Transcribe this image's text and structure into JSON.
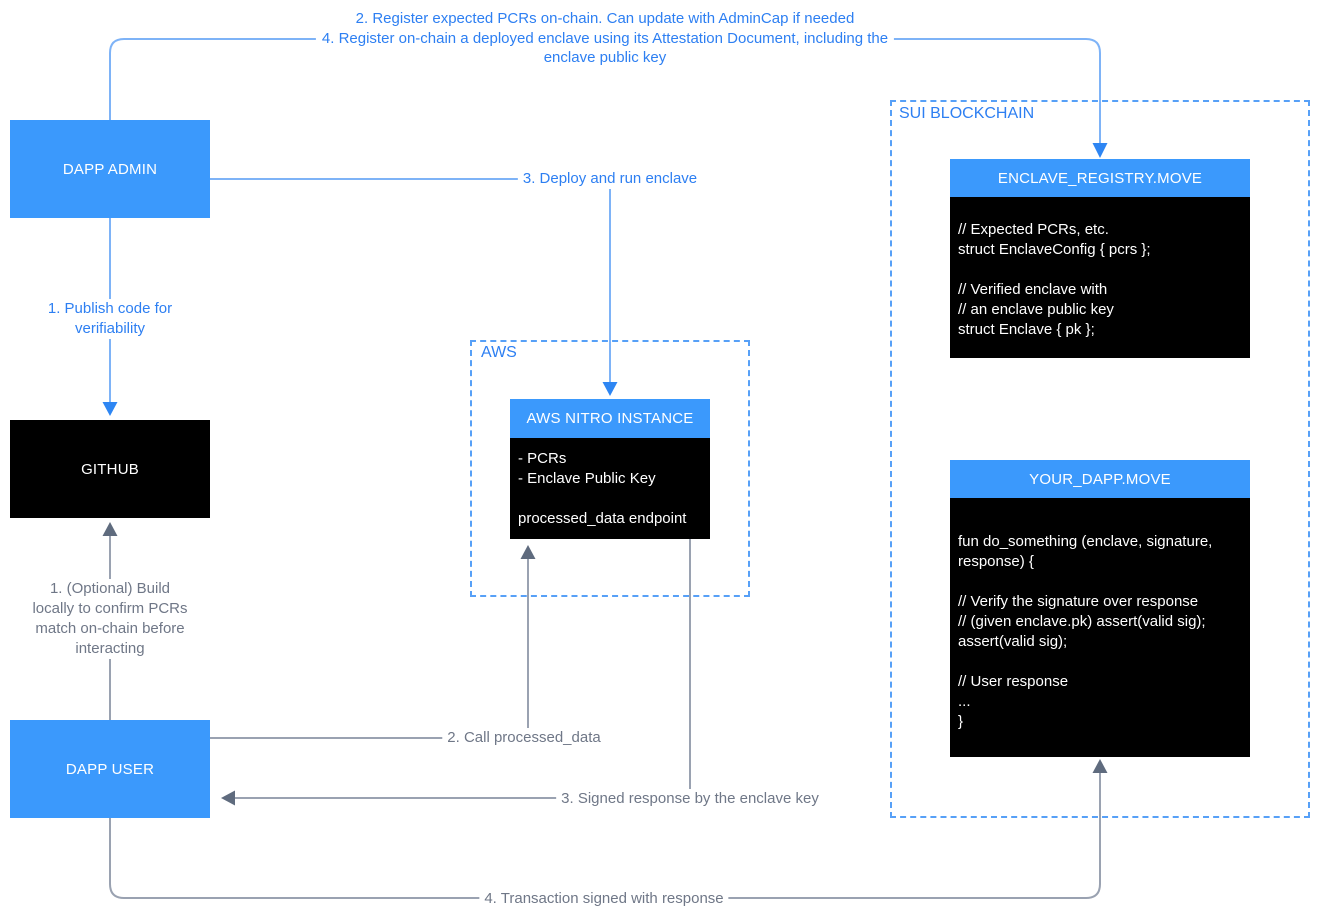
{
  "colors": {
    "node_blue": "#3b99fc",
    "node_black": "#000000",
    "dashed_border_blue": "#57a0f7",
    "wire_blue": "#7eb3f7",
    "arrow_blue": "#2e86f3",
    "text_blue": "#2d7ff2",
    "wire_gray": "#9aa2b1",
    "arrow_gray": "#5f6b7e",
    "text_gray": "#6f7787"
  },
  "notes": {
    "register_on_chain": "2. Register expected PCRs on-chain. Can update with AdminCap if needed\n4. Register on-chain a deployed enclave using its Attestation Document, including the\nenclave public key"
  },
  "nodes": {
    "dapp_admin": {
      "label": "DAPP ADMIN"
    },
    "github": {
      "label": "GITHUB"
    },
    "dapp_user": {
      "label": "DAPP USER"
    },
    "aws_group": {
      "label": "AWS"
    },
    "aws_nitro": {
      "title": "AWS NITRO INSTANCE",
      "body": "- PCRs\n- Enclave Public Key\n\nprocessed_data endpoint"
    },
    "sui_group": {
      "label": "SUI BLOCKCHAIN"
    },
    "enclave_registry": {
      "title": "ENCLAVE_REGISTRY.MOVE",
      "body": "// Expected PCRs, etc.\nstruct EnclaveConfig { pcrs };\n\n// Verified enclave with\n// an enclave public key\nstruct Enclave { pk };"
    },
    "your_dapp": {
      "title": "YOUR_DAPP.MOVE",
      "body": "fun do_something (enclave, signature,\nresponse) {\n\n// Verify the signature over response\n// (given enclave.pk) assert(valid sig);\nassert(valid sig);\n\n// User response\n...\n}"
    }
  },
  "edge_labels": {
    "publish_code": "1. Publish code for\nverifiability",
    "deploy_enclave": "3. Deploy and run enclave",
    "optional_build": "1. (Optional) Build\nlocally to confirm PCRs\nmatch on-chain before\ninteracting",
    "call_processed_data": "2. Call processed_data",
    "signed_response": "3. Signed response by the enclave key",
    "transaction_signed": "4. Transaction signed with response"
  }
}
